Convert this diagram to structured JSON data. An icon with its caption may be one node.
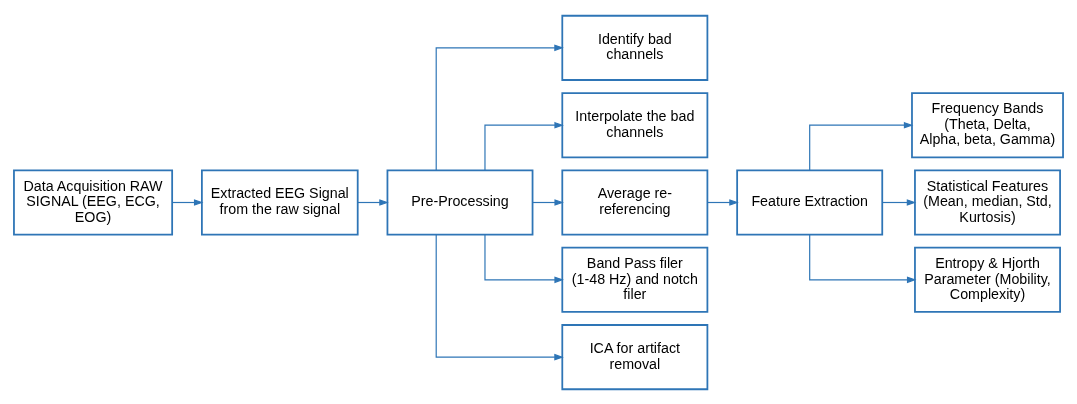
{
  "diagram": {
    "nodes": [
      {
        "text": [
          "Data Acquisition RAW SIGNAL (EEG, ECG, EOG)"
        ]
      },
      {
        "text": [
          "Extracted EEG Signal from the raw signal"
        ]
      },
      {
        "text": [
          "Pre-Processing"
        ]
      },
      {
        "text": [
          "Identify bad channels"
        ]
      },
      {
        "text": [
          "Interpolate the bad channels"
        ]
      },
      {
        "text": [
          "Average re-referencing"
        ]
      },
      {
        "text": [
          "Band Pass filer (1-48 Hz) and notch filer"
        ]
      },
      {
        "text": [
          "ICA for artifact removal"
        ]
      },
      {
        "text": [
          "Feature Extraction"
        ]
      },
      {
        "text": [
          "Frequency Bands (Theta, Delta, Alpha, beta, Gamma)"
        ]
      },
      {
        "text": [
          "Statistical Features (Mean, median, Std, Kurtosis)"
        ]
      },
      {
        "text": [
          "Entropy & Hjorth Parameter (Mobility, Complexity)"
        ]
      }
    ],
    "edges": [
      {
        "from": 0,
        "to": 1,
        "arrow": "to"
      },
      {
        "from": 1,
        "to": 2,
        "arrow": "to"
      },
      {
        "from": 2,
        "to": 3,
        "arrow": "to"
      },
      {
        "from": 2,
        "to": 4,
        "arrow": "to"
      },
      {
        "from": 2,
        "to": 5,
        "arrow": "to"
      },
      {
        "from": 2,
        "to": 6,
        "arrow": "to"
      },
      {
        "from": 2,
        "to": 7,
        "arrow": "to"
      },
      {
        "from": 5,
        "to": 8,
        "arrow": "to"
      },
      {
        "from": 8,
        "to": 9,
        "arrow": "to"
      },
      {
        "from": 8,
        "to": 10,
        "arrow": "to"
      },
      {
        "from": 8,
        "to": 11,
        "arrow": "to"
      }
    ]
  }
}
